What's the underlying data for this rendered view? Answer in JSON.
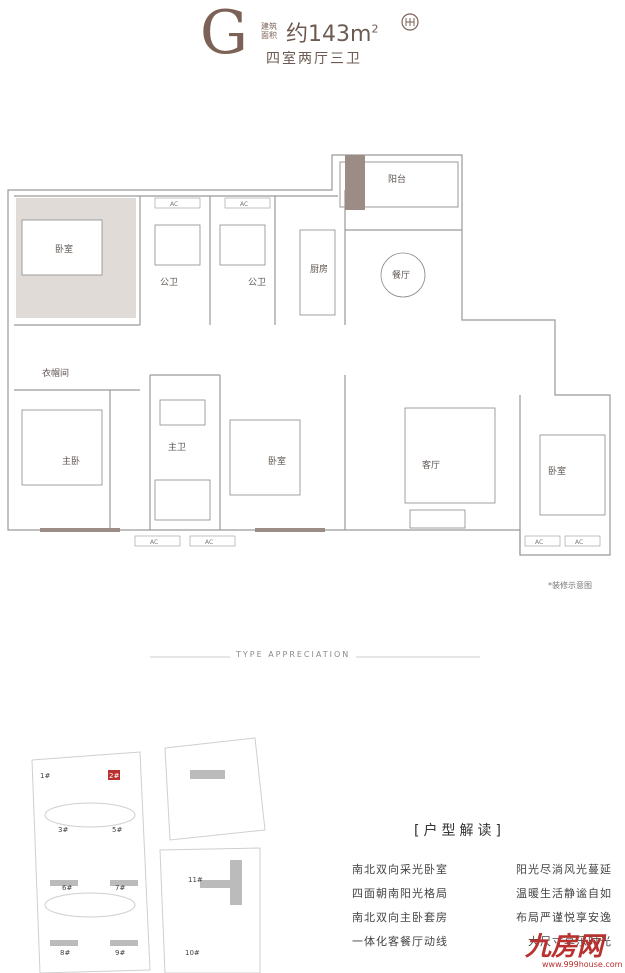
{
  "header": {
    "type_letter": "G",
    "area_tag": "建筑面积",
    "area_value": "约143m",
    "area_unit_sup": "2",
    "layout_name": "四室两厅三卫"
  },
  "rooms": {
    "balcony": "阳台",
    "bedroom_nw": "卧室",
    "public_bath_1": "公卫",
    "public_bath_2": "公卫",
    "kitchen": "厨房",
    "dining": "餐厅",
    "closet": "衣帽间",
    "master_bedroom": "主卧",
    "master_bath": "主卫",
    "bedroom_center": "卧室",
    "living": "客厅",
    "bedroom_east": "卧室",
    "ac": "AC"
  },
  "note": "*装修示意图",
  "appreciation": "TYPE APPRECIATION",
  "site_map": {
    "buildings": [
      "1#",
      "2#",
      "3#",
      "5#",
      "6#",
      "7#",
      "8#",
      "9#",
      "10#",
      "11#"
    ]
  },
  "features": {
    "title": "[户型解读]",
    "rows": [
      [
        "南北双向采光卧室",
        "阳光尽淌风光蔓延"
      ],
      [
        "四面朝南阳光格局",
        "温暖生活静谧自如"
      ],
      [
        "南北双向主卧套房",
        "布局严谨悦享安逸"
      ],
      [
        "一体化客餐厅动线",
        "大尺寸享乐时光"
      ]
    ]
  },
  "watermark": {
    "text": "九房网",
    "url": "www.999house.com"
  },
  "colors": {
    "accent": "#7c6256",
    "wall": "#9a9a9a",
    "floor_highlight": "#c9bdb6",
    "watermark": "#b8312f"
  }
}
